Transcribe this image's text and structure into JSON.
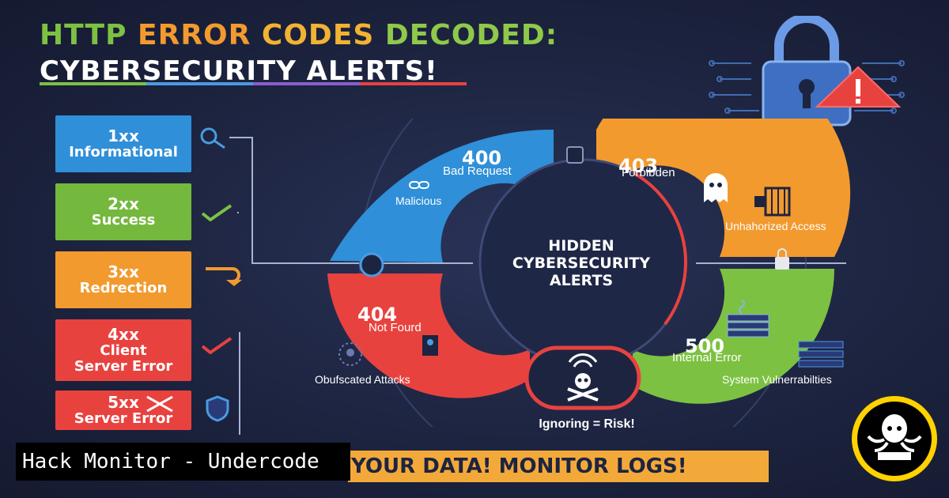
{
  "title": {
    "line1_words": [
      "HTTP",
      "ERROR",
      "CODES",
      "DECODED:"
    ],
    "line2": "CYBERSECURITY ALERTS!",
    "rule_colors": [
      "#7dc142",
      "#4a9be0",
      "#8a5ec9",
      "#e8423f"
    ]
  },
  "categories": [
    {
      "code": "1xx",
      "label": "Informational",
      "color": "#2f8fd8",
      "icon": "magnifier-icon"
    },
    {
      "code": "2xx",
      "label": "Success",
      "color": "#74b83e",
      "icon": "checkmark-icon"
    },
    {
      "code": "3xx",
      "label": "Redrection",
      "color": "#f29a2e",
      "icon": "redirect-arrow-icon"
    },
    {
      "code": "4xx",
      "label_line1": "Client",
      "label_line2": "Server Error",
      "color": "#e8423f",
      "icon": "checkmark-icon"
    },
    {
      "code": "5xx",
      "label": "Server Error",
      "color": "#e8423f",
      "icon": "crossed-swords-icon",
      "icon2": "shield-icon"
    }
  ],
  "segments": {
    "s400": {
      "code": "400",
      "name": "Bad Request",
      "label": "Malicious",
      "color": "#2f8fd8",
      "icon": "link-icon"
    },
    "s403": {
      "code": "403",
      "name": "Forbibden",
      "label": "Unhahorized Access",
      "color": "#f29a2e",
      "icon": "ghost-icon"
    },
    "s404": {
      "code": "404",
      "name": "Not Fourd",
      "label": "Obufscated Attacks",
      "color": "#e8423f",
      "icon": "hacker-icon"
    },
    "s500": {
      "code": "500",
      "name": "Internal Error",
      "label": "System Vulnerrabilties",
      "color": "#7dc142",
      "icon": "server-icon"
    }
  },
  "center": {
    "line1": "HIDDEN",
    "line2": "CYBERSECURITY",
    "line3": "ALERTS",
    "ring_color": "#e8423f"
  },
  "risk_text": "Ignoring = Risk!",
  "banner_text": "YOUR DATA! MONITOR LOGS!",
  "watermark": "Hack Monitor - Undercode",
  "badge": {
    "icon": "octopus-logo-icon"
  },
  "lock": {
    "icon": "padlock-circuit-icon",
    "warning_icon": "warning-triangle-icon"
  }
}
